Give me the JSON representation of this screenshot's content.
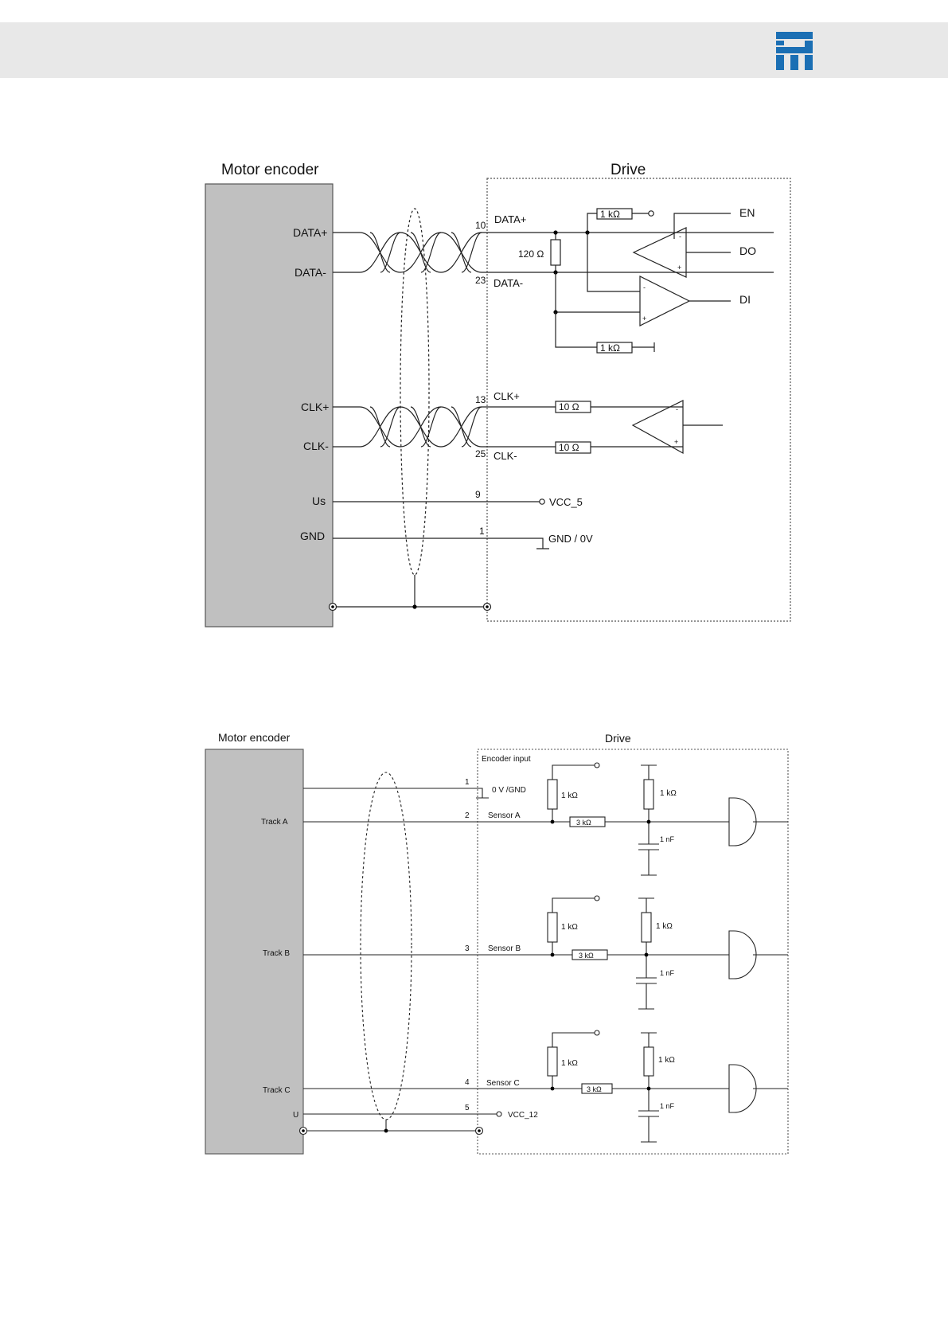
{
  "header": {
    "logo_icon": "company-logo-icon",
    "band_color": "#e8e8e8",
    "logo_color": "#1b6fb4"
  },
  "diagram1": {
    "encoder_title": "Motor encoder",
    "drive_title": "Drive",
    "encoder_pins": {
      "data_plus": "DATA+",
      "data_minus": "DATA-",
      "clk_plus": "CLK+",
      "clk_minus": "CLK-",
      "us": "Us",
      "gnd": "GND"
    },
    "drive_pins": {
      "p10": "10",
      "p23": "23",
      "p13": "13",
      "p25": "25",
      "p9": "9",
      "p1": "1"
    },
    "drive_signals": {
      "data_plus": "DATA+",
      "data_minus": "DATA-",
      "clk_plus": "CLK+",
      "clk_minus": "CLK-",
      "vcc": "VCC_5",
      "gnd": "GND / 0V"
    },
    "components": {
      "r_term": "120 Ω",
      "r_pullup": "1 kΩ",
      "r_pulldown": "1 kΩ",
      "r_clk_plus": "10 Ω",
      "r_clk_minus": "10 Ω"
    },
    "outputs": {
      "en": "EN",
      "do": "DO",
      "di": "DI"
    },
    "opamp_signs": {
      "minus": "-",
      "plus": "+"
    }
  },
  "diagram2": {
    "encoder_title": "Motor encoder",
    "drive_title": "Drive",
    "encoder_input_label": "Encoder input",
    "tracks": {
      "a": "Track A",
      "b": "Track B",
      "c": "Track C",
      "u": "U"
    },
    "pins": {
      "p1": "1",
      "p2": "2",
      "p3": "3",
      "p4": "4",
      "p5": "5"
    },
    "signals": {
      "gnd": "0 V /GND",
      "sensor_a": "Sensor A",
      "sensor_b": "Sensor B",
      "sensor_c": "Sensor C",
      "vcc": "VCC_12"
    },
    "components": {
      "r1k": "1 kΩ",
      "r3k": "3 kΩ",
      "c1n": "1 nF"
    }
  }
}
